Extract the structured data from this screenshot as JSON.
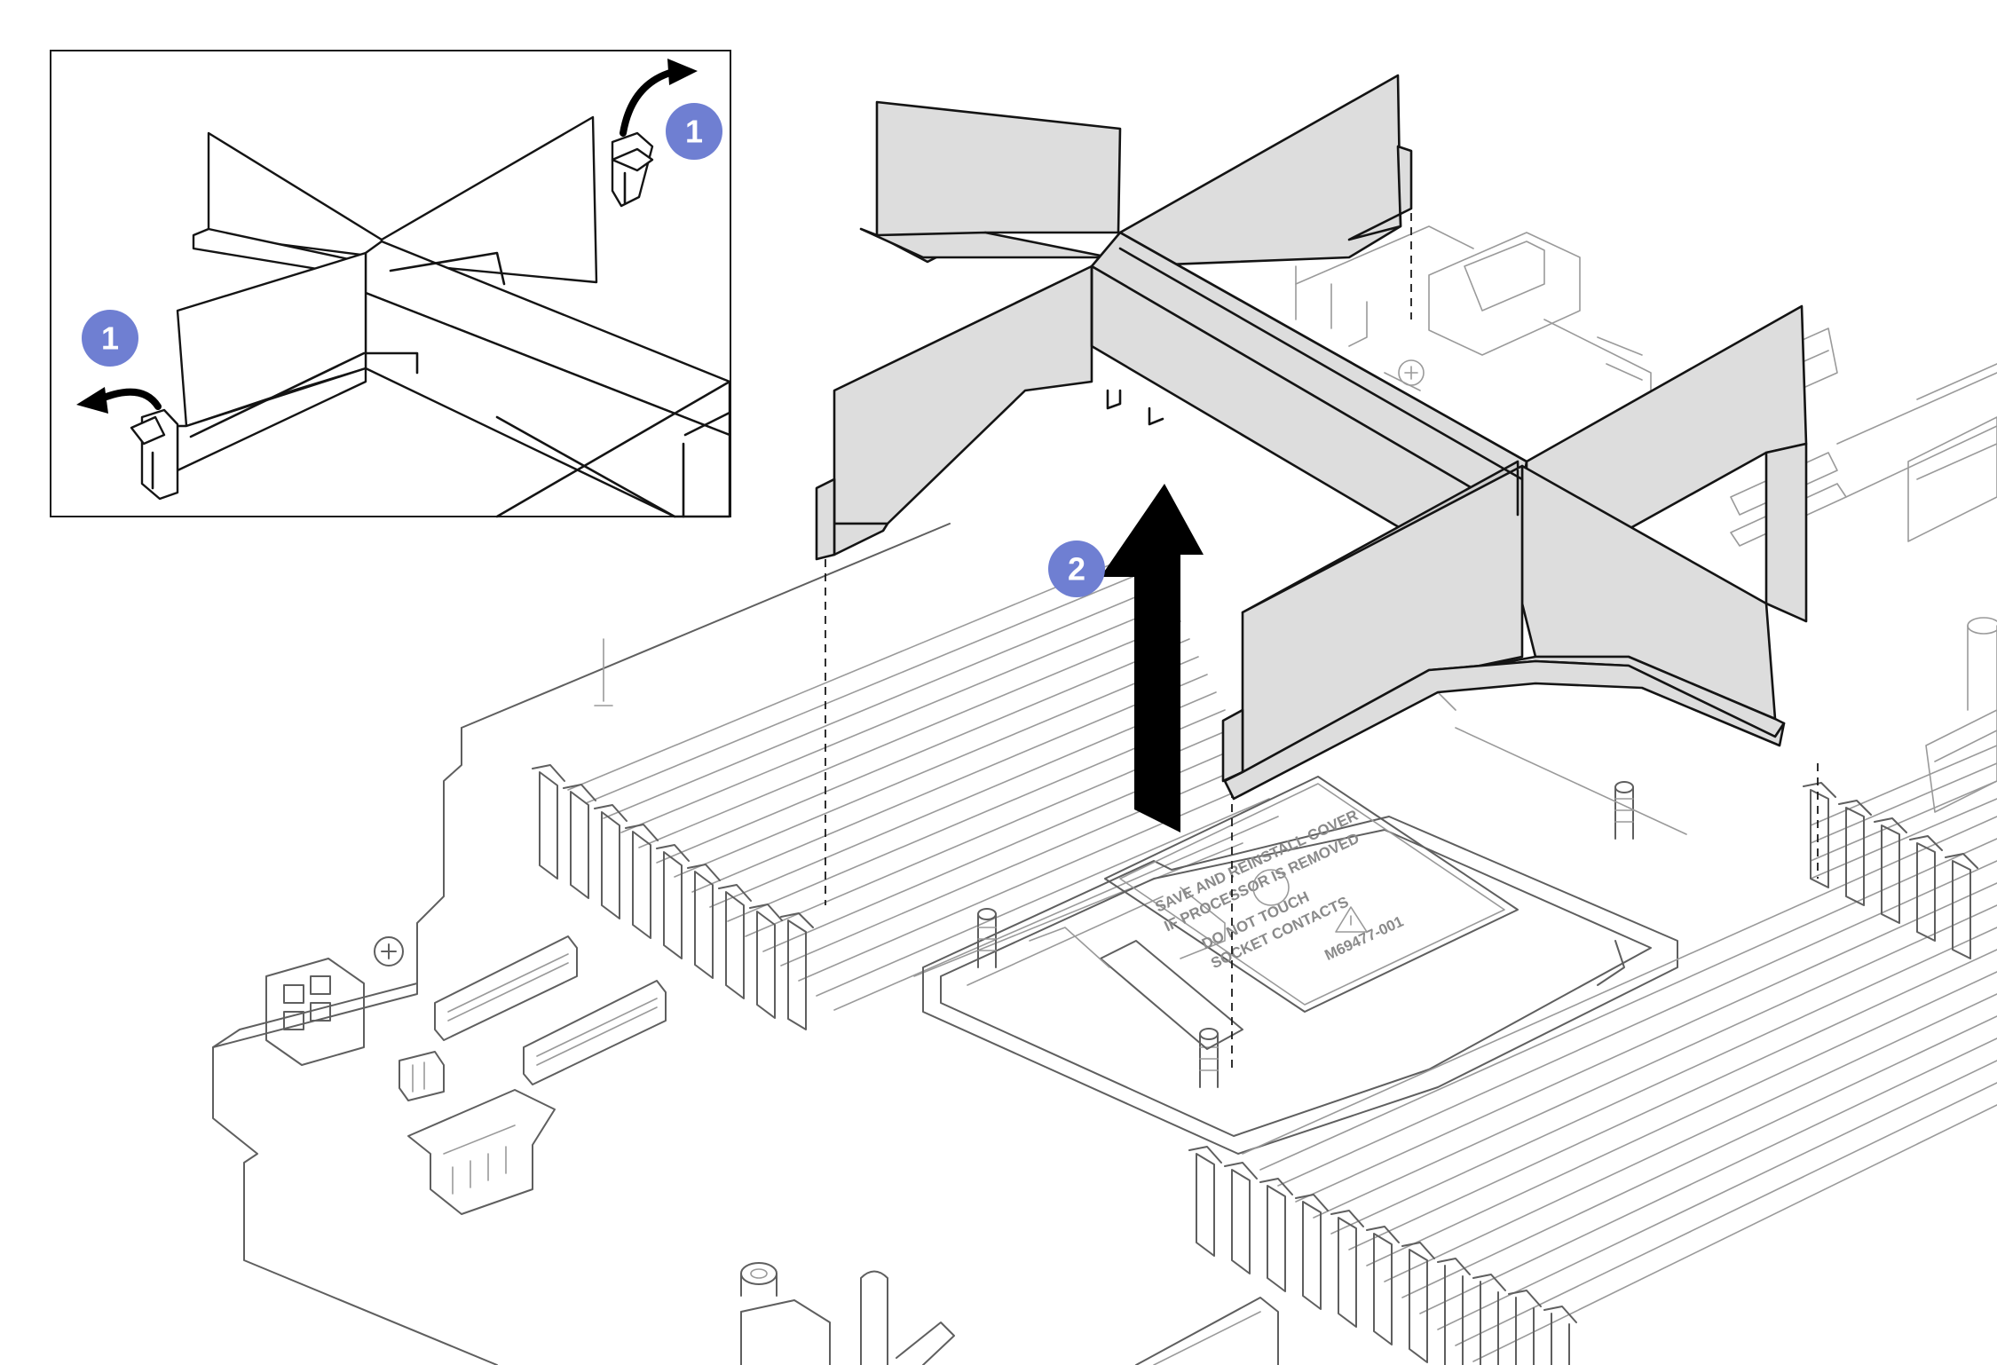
{
  "steps": [
    {
      "number": "1"
    },
    {
      "number": "1"
    },
    {
      "number": "2"
    }
  ],
  "cover_label": {
    "line1": "SAVE AND REINSTALL COVER",
    "line2": "IF PROCESSOR IS REMOVED",
    "line3": "DO NOT TOUCH",
    "line4": "SOCKET CONTACTS",
    "part_number": "M69477-001"
  },
  "colors": {
    "badge": "#6f7fd2",
    "part_fill": "#dddddd",
    "arrow": "#000000",
    "board_line": "#5f5f5f"
  }
}
